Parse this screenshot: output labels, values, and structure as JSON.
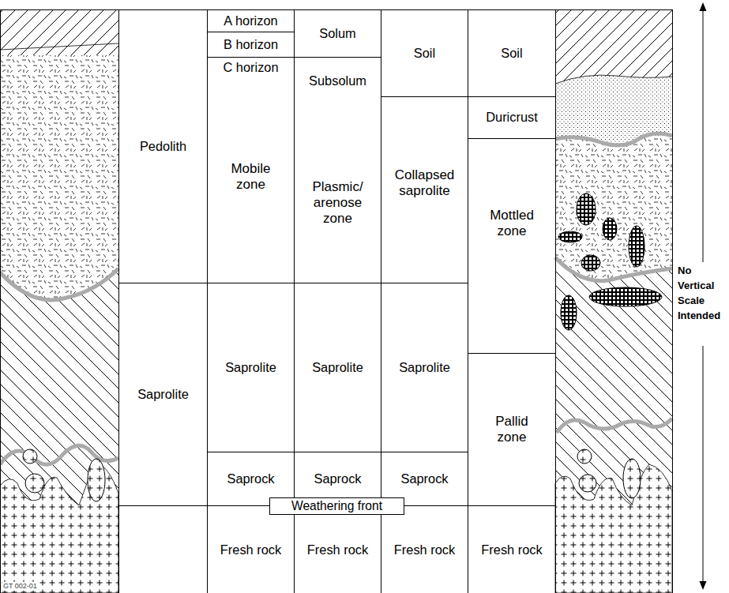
{
  "diagram": {
    "nodes": [
      {
        "text": [
          "Pedolith"
        ]
      },
      {
        "text": [
          "Saprolite"
        ]
      },
      {
        "text": [
          "A horizon"
        ]
      },
      {
        "text": [
          "B horizon"
        ]
      },
      {
        "text": [
          "C horizon",
          "Mobile zone"
        ]
      },
      {
        "text": [
          "Saprolite"
        ]
      },
      {
        "text": [
          "Saprock"
        ]
      },
      {
        "text": [
          "Fresh rock"
        ]
      },
      {
        "text": [
          "Solum"
        ]
      },
      {
        "text": [
          "Subsolum",
          "Plasmic/ arenose zone"
        ]
      },
      {
        "text": [
          "Saprolite"
        ]
      },
      {
        "text": [
          "Saprock"
        ]
      },
      {
        "text": [
          "Fresh rock"
        ]
      },
      {
        "text": [
          "Soil"
        ]
      },
      {
        "text": [
          "Collapsed saprolite"
        ]
      },
      {
        "text": [
          "Saprolite"
        ]
      },
      {
        "text": [
          "Saprock"
        ]
      },
      {
        "text": [
          "Fresh rock"
        ]
      },
      {
        "text": [
          "Soil"
        ]
      },
      {
        "text": [
          "Duricrust"
        ]
      },
      {
        "text": [
          "Mottled zone"
        ]
      },
      {
        "text": [
          "Pallid zone"
        ]
      },
      {
        "text": [
          "Fresh rock"
        ]
      },
      {
        "text": [
          "Weathering front"
        ]
      }
    ],
    "labels": [
      "No Vertical Scale Intended",
      "GT 002-01"
    ]
  }
}
